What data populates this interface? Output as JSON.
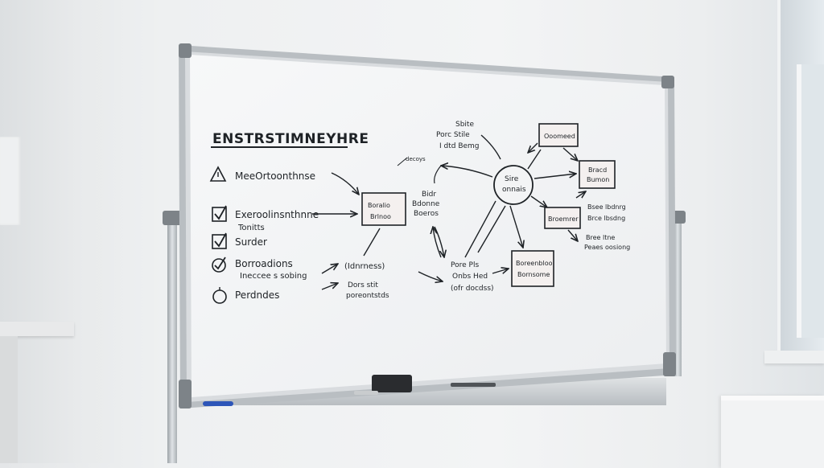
{
  "whiteboard": {
    "title": "ENSTRSTIMNEYHRE",
    "list": [
      {
        "icon": "warning-triangle-icon",
        "label": "MeeOrtoonthnse",
        "sub": ""
      },
      {
        "icon": "checkbox-icon",
        "label": "Exeroolinsnthnne",
        "sub": "Tonitts"
      },
      {
        "icon": "checkbox-icon",
        "label": "Surder",
        "sub": ""
      },
      {
        "icon": "check-circle-icon",
        "label": "Borroadions",
        "sub": "Ineccee s sobing"
      },
      {
        "icon": "bulb-icon",
        "label": "Perdndes",
        "sub": ""
      }
    ],
    "center_node": {
      "line1": "Sire",
      "line2": "onnais"
    },
    "box_left": {
      "line1": "Boralio",
      "line2": "Brlnoo"
    },
    "box_top": {
      "line1": "Ooomeed"
    },
    "box_right_top": {
      "line1": "Bracd",
      "line2": "Bumon"
    },
    "box_right_mid": {
      "line1": "Broemrer"
    },
    "box_bottom": {
      "line1": "Boreenbloo",
      "line2": "Bornsome"
    },
    "notes": {
      "top1": "Sbite",
      "top2": "Porc Stile",
      "top3": "I dtd Bemg",
      "small_left": "decoys",
      "mid1": "Bidr",
      "mid2": "Bdonne",
      "mid3": "Boeros",
      "under_left1": "(Idnrness)",
      "under_left2": "Dors stit",
      "under_left3": "poreontstds",
      "bottom_mid1": "Pore Pls",
      "bottom_mid2": "Onbs Hed",
      "bottom_mid3": "(ofr docdss)",
      "right1": "Bsee lbdnrg",
      "right2": "Brce lbsdng",
      "right3": "Bree ltne",
      "right4": "Peaes oosiong"
    }
  }
}
